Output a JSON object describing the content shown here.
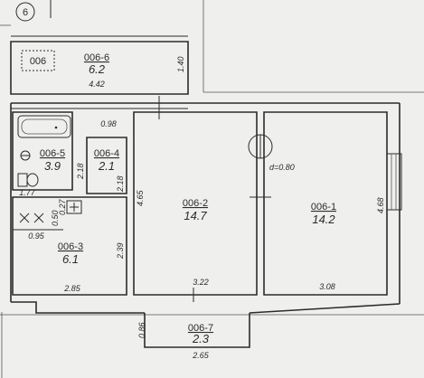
{
  "plan": {
    "marker": "6",
    "stair_label": "006",
    "rooms": [
      {
        "id": "006-6",
        "area": "6.2"
      },
      {
        "id": "006-5",
        "area": "3.9"
      },
      {
        "id": "006-4",
        "area": "2.1"
      },
      {
        "id": "006-3",
        "area": "6.1"
      },
      {
        "id": "006-2",
        "area": "14.7"
      },
      {
        "id": "006-1",
        "area": "14.2"
      },
      {
        "id": "006-7",
        "area": "2.3"
      }
    ],
    "dimensions": {
      "d_140": "1.40",
      "d_442": "4.42",
      "d_098": "0.98",
      "d_218a": "2.18",
      "d_218b": "2.18",
      "d_177": "1.77",
      "d_465": "4.65",
      "d_080": "d=0.80",
      "d_468": "4.68",
      "d_050": "0.50",
      "d_027": "0.27",
      "d_095": "0.95",
      "d_239": "2.39",
      "d_285": "2.85",
      "d_322": "3.22",
      "d_308": "3.08",
      "d_086": "0.86",
      "d_265": "2.65"
    }
  }
}
